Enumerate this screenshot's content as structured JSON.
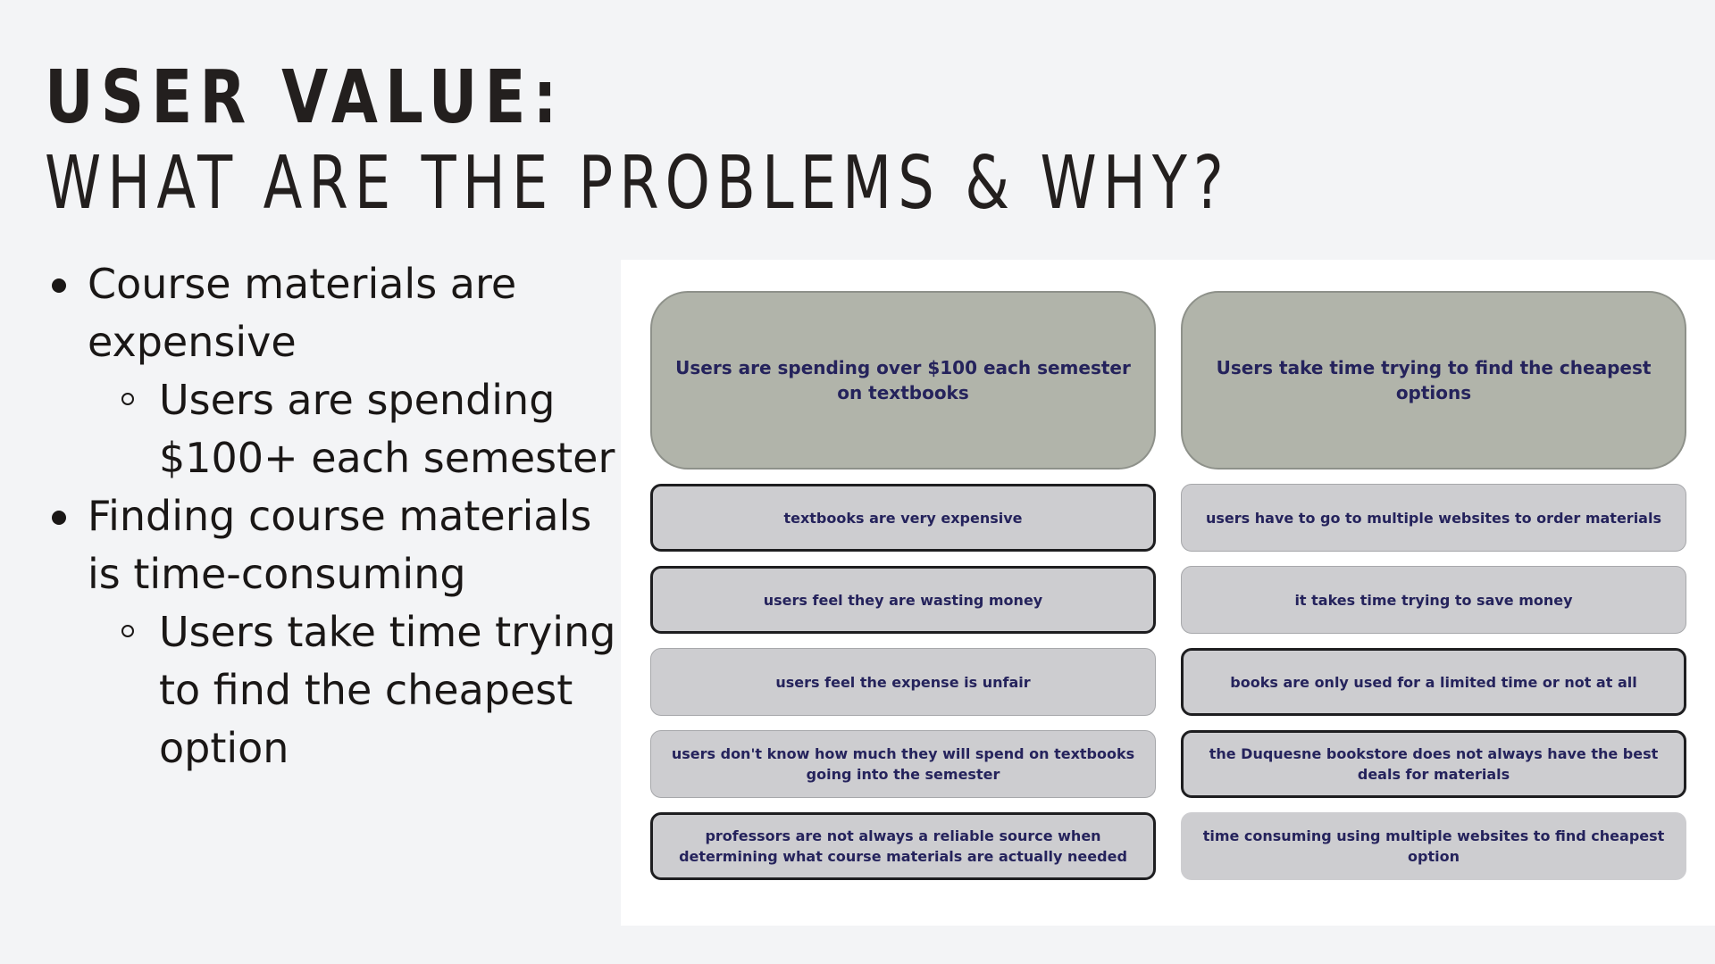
{
  "title": {
    "line1": "USER VALUE:",
    "line2": "WHAT ARE THE PROBLEMS & WHY?"
  },
  "bullets": {
    "b1": "Course materials are expensive",
    "b1_sub": "Users are spending $100+ each semester",
    "b2": "Finding course materials is time-consuming",
    "b2_sub": "Users take time trying to find the cheapest option"
  },
  "board": {
    "left": {
      "header": "Users are spending over $100 each semester on textbooks",
      "items": [
        "textbooks are very expensive",
        "users feel they are wasting money",
        "users feel the expense is unfair",
        "users don't know how much they will spend on textbooks going into the semester",
        "professors are not always a reliable source when determining what course materials are actually needed"
      ]
    },
    "right": {
      "header": "Users take time trying to find the cheapest options",
      "items": [
        "users have to go to multiple websites to order materials",
        "it takes time trying to save money",
        "books are only used for a limited time or not at all",
        "the Duquesne bookstore does not always have the best deals for materials",
        "time consuming using multiple websites to find cheapest option"
      ]
    }
  },
  "colors": {
    "background": "#f3f4f6",
    "header_card": "#b1b4aa",
    "item_card": "#cdcdd0",
    "card_text": "#25235c",
    "title_text": "#231f1e"
  }
}
